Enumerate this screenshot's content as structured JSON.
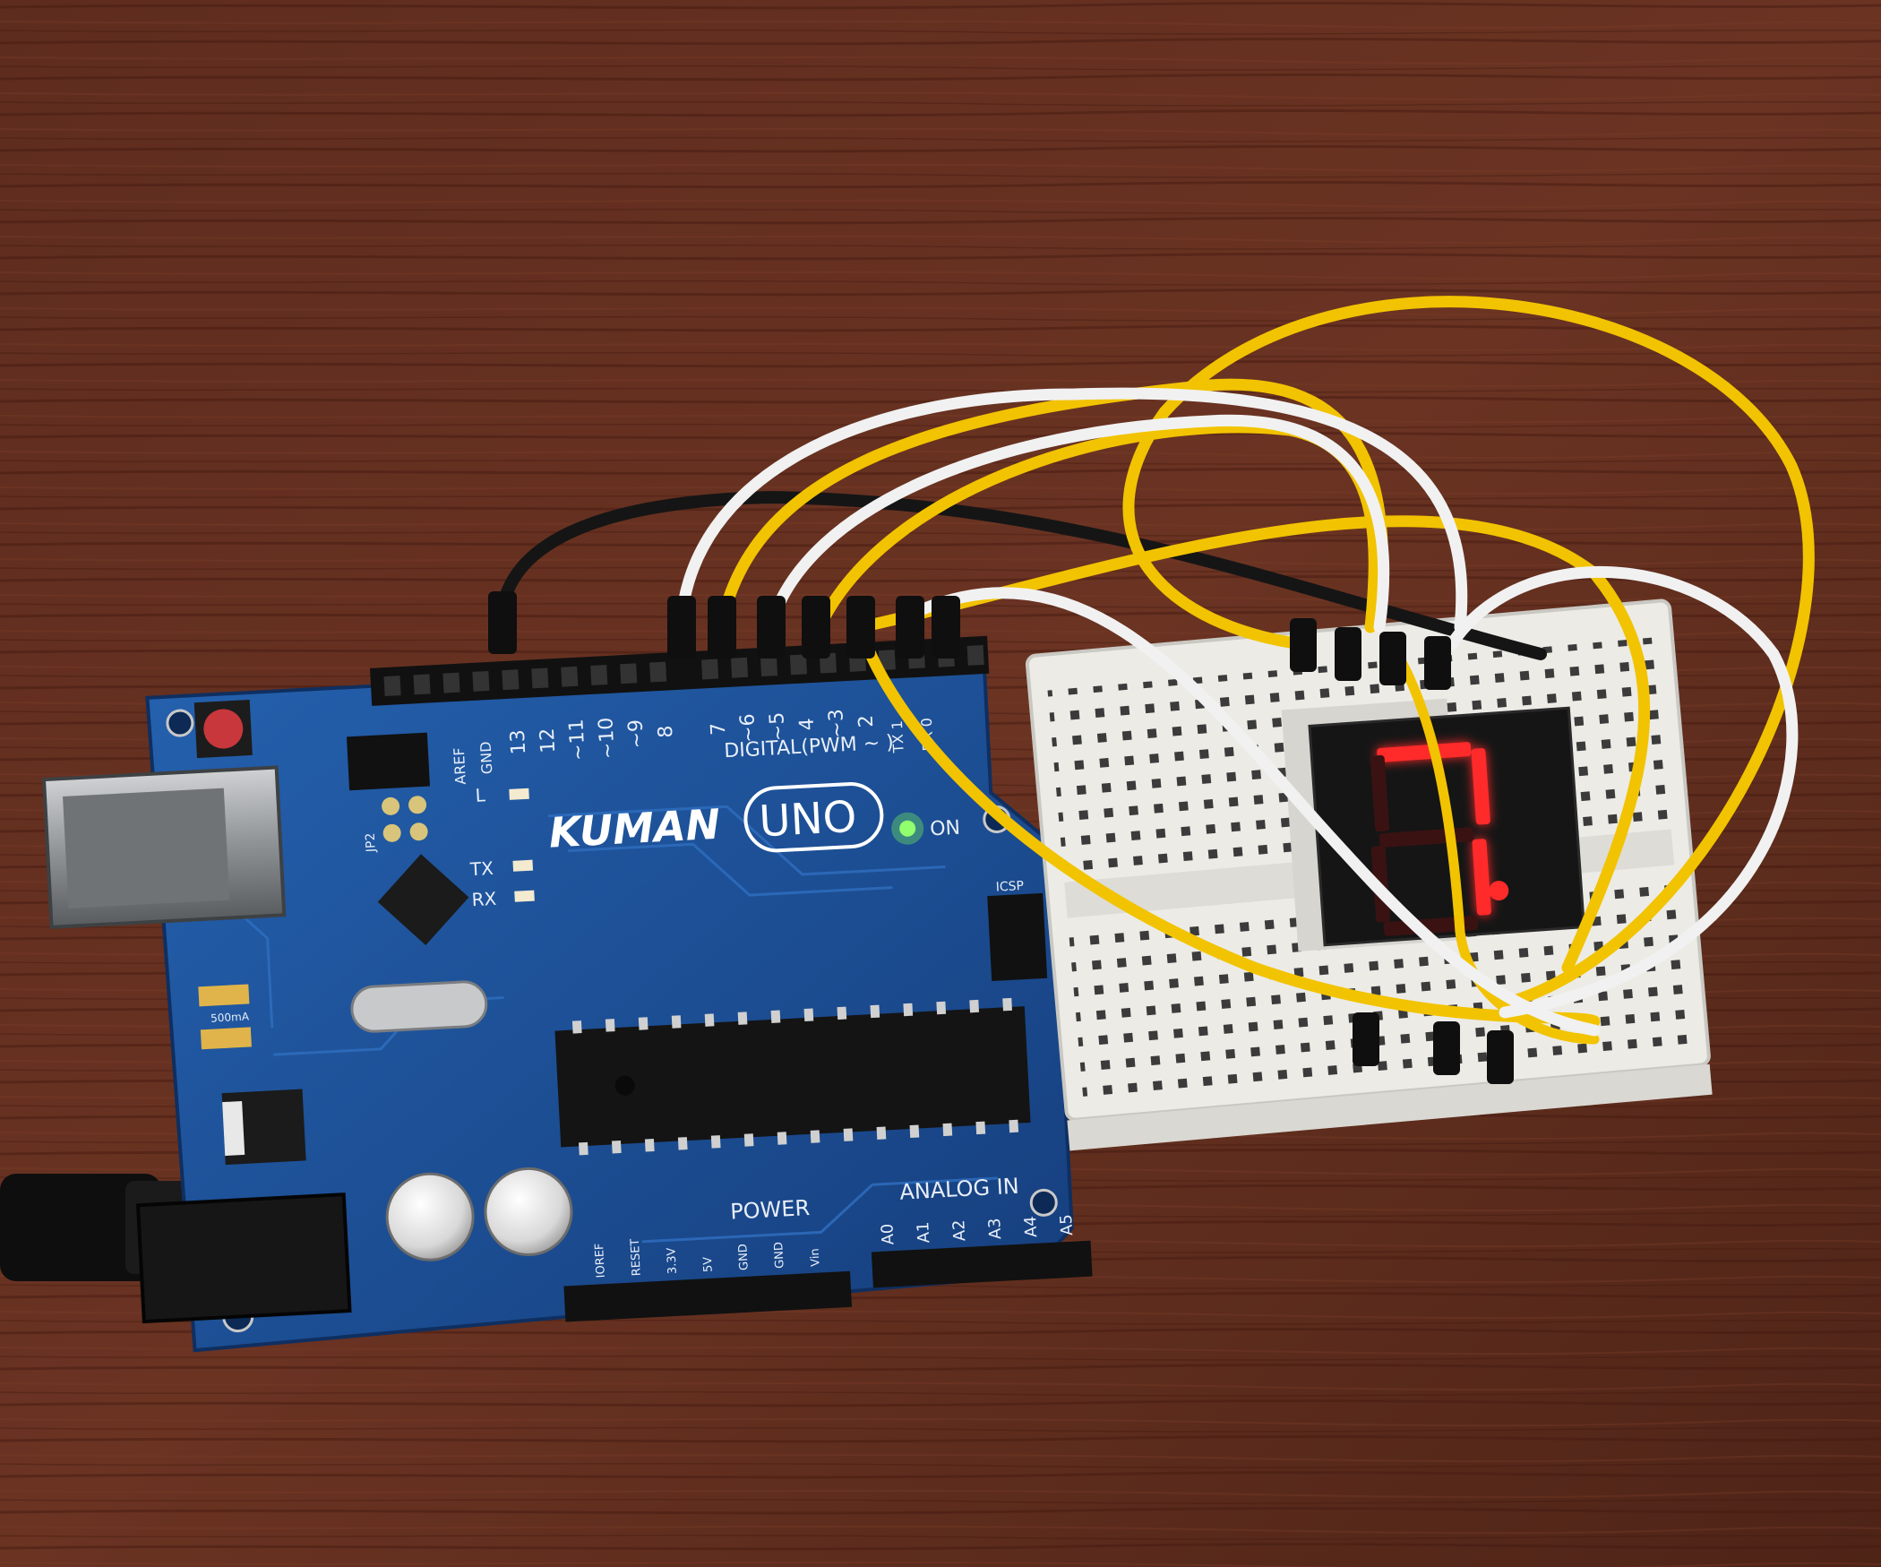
{
  "board": {
    "brand": "KUMAN",
    "model": "UNO",
    "on_label": "ON",
    "tx_label": "TX",
    "rx_label": "RX",
    "l_label": "L",
    "aref_label": "AREF",
    "gnd_label": "GND",
    "digital_label": "DIGITAL(PWM ~ )",
    "digital_pins": [
      "13",
      "12",
      "~11",
      "~10",
      "~9",
      "8",
      "7",
      "~6",
      "~5",
      "4",
      "~3",
      "2",
      "TX 1",
      "RX 0"
    ],
    "power_label": "POWER",
    "power_pins": [
      "IOREF",
      "RESET",
      "3.3V",
      "5V",
      "GND",
      "GND",
      "Vin"
    ],
    "analog_label": "ANALOG IN",
    "analog_pins": [
      "A0",
      "A1",
      "A2",
      "A3",
      "A4",
      "A5"
    ],
    "jp2_label": "JP2",
    "icsp_label": "ICSP",
    "reset_label": "RESET",
    "fuse_label": "500mA"
  },
  "display": {
    "digit": "7",
    "segments_on": [
      "a",
      "b",
      "c"
    ],
    "decimal_point": true,
    "color": "#ff2a2a"
  },
  "colors": {
    "table": "#5c2b1d",
    "board": "#1e4f94",
    "breadboard": "#ecebe6",
    "wire_yellow": "#f2c300",
    "wire_white": "#f1f1f1",
    "wire_black": "#151515"
  }
}
